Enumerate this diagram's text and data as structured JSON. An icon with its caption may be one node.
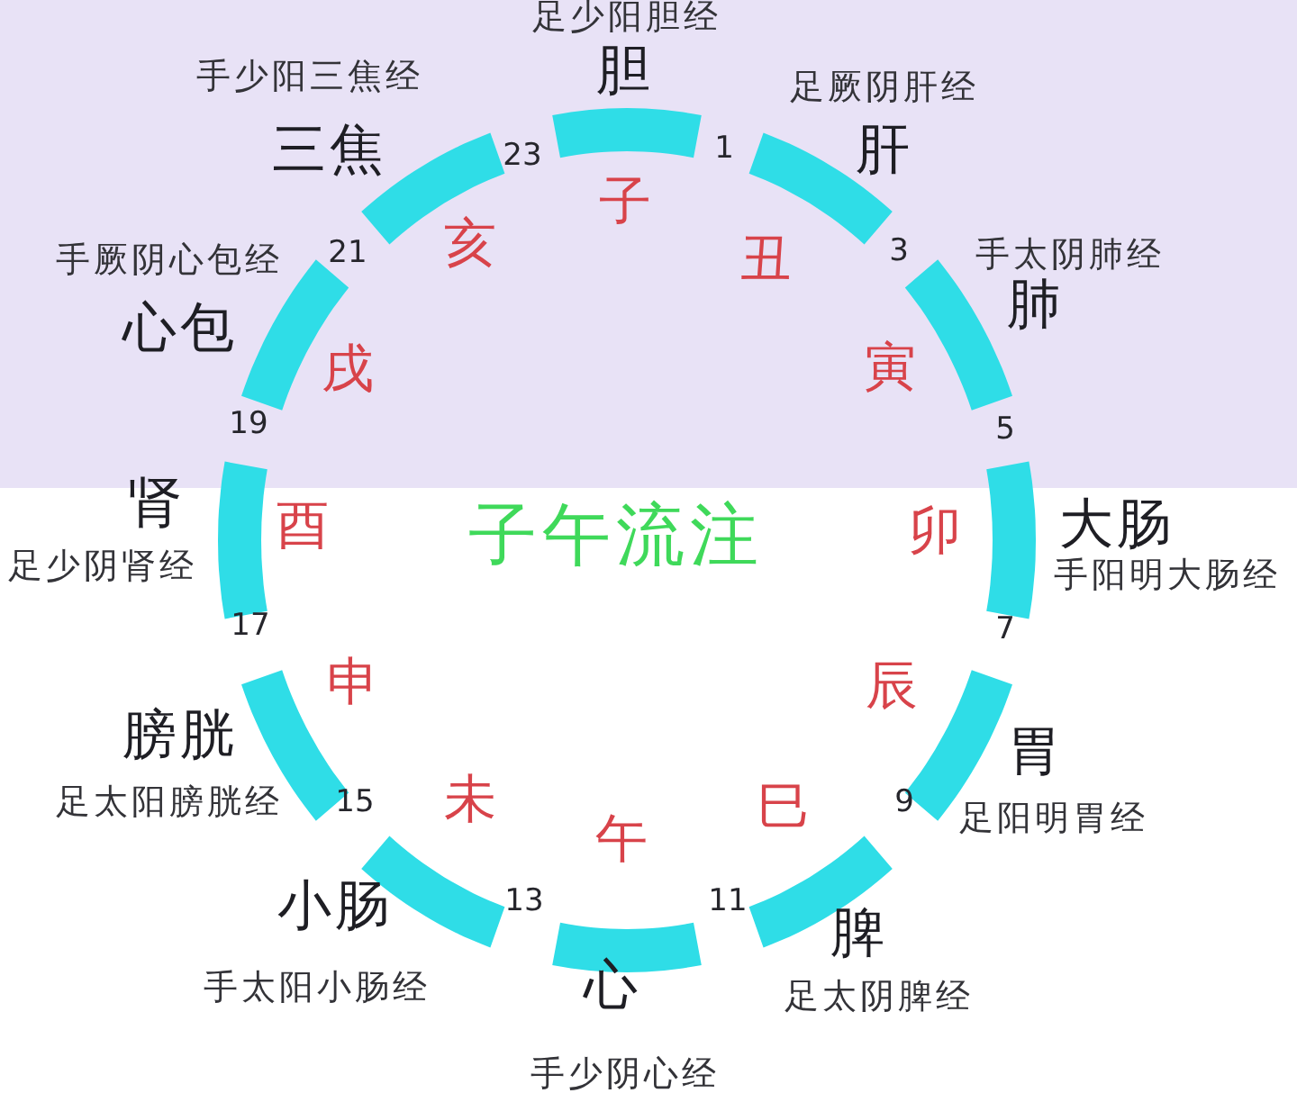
{
  "diagram": {
    "title": "子午流注",
    "nodes": [
      {
        "text": [],
        "shape": "bar",
        "beside": [
          "胆",
          "足少阳胆经",
          "子"
        ]
      },
      {
        "text": [],
        "shape": "bar",
        "beside": [
          "肝",
          "足厥阴肝经",
          "丑"
        ]
      },
      {
        "text": [],
        "shape": "bar",
        "beside": [
          "肺",
          "手太阴肺经",
          "寅"
        ]
      },
      {
        "text": [],
        "shape": "bar",
        "beside": [
          "大肠",
          "手阳明大肠经",
          "卯"
        ]
      },
      {
        "text": [],
        "shape": "bar",
        "beside": [
          "胃",
          "足阳明胃经",
          "辰"
        ]
      },
      {
        "text": [],
        "shape": "bar",
        "beside": [
          "脾",
          "足太阴脾经",
          "巳"
        ]
      },
      {
        "text": [],
        "shape": "bar",
        "beside": [
          "心",
          "手少阴心经",
          "午"
        ]
      },
      {
        "text": [],
        "shape": "bar",
        "beside": [
          "小肠",
          "手太阳小肠经",
          "未"
        ]
      },
      {
        "text": [],
        "shape": "bar",
        "beside": [
          "膀胱",
          "足太阳膀胱经",
          "申"
        ]
      },
      {
        "text": [],
        "shape": "bar",
        "beside": [
          "肾",
          "足少阴肾经",
          "酉"
        ]
      },
      {
        "text": [],
        "shape": "bar",
        "beside": [
          "心包",
          "手厥阴心包经",
          "戌"
        ]
      },
      {
        "text": [],
        "shape": "bar",
        "beside": [
          "三焦",
          "手少阳三焦经",
          "亥"
        ]
      }
    ],
    "labels": [
      "23",
      "1",
      "21",
      "3",
      "19",
      "5",
      "17",
      "7",
      "15",
      "9",
      "13",
      "11"
    ]
  }
}
